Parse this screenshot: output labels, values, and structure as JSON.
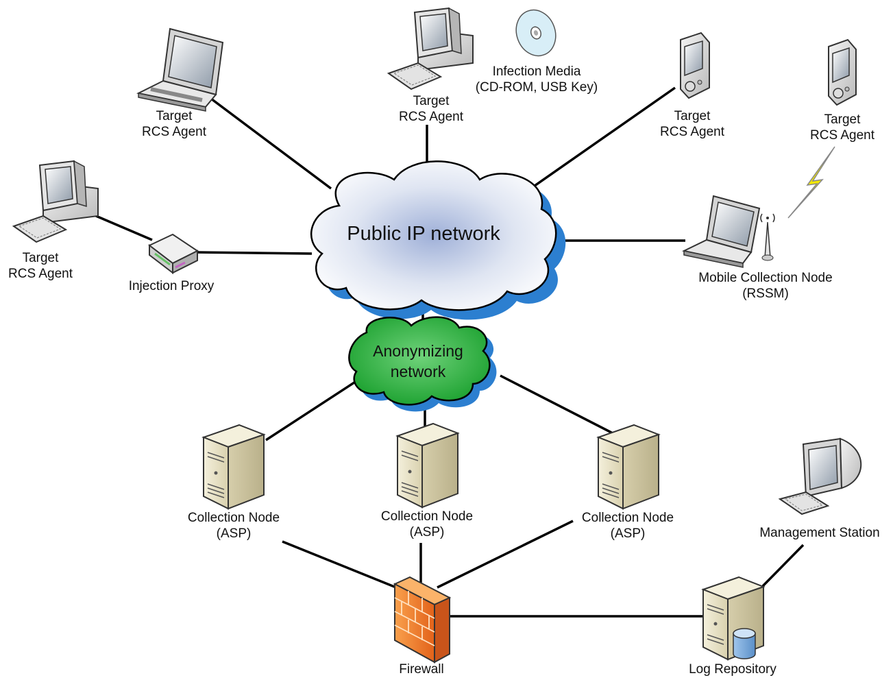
{
  "clouds": {
    "public": "Public IP network",
    "anon_line1": "Anonymizing",
    "anon_line2": "network"
  },
  "nodes": {
    "target_laptop": {
      "line1": "Target",
      "line2": "RCS Agent"
    },
    "target_desktop": {
      "line1": "Target",
      "line2": "RCS Agent"
    },
    "target_pda_1": {
      "line1": "Target",
      "line2": "RCS Agent"
    },
    "target_pda_2": {
      "line1": "Target",
      "line2": "RCS Agent"
    },
    "target_left": {
      "line1": "Target",
      "line2": "RCS Agent"
    },
    "infection_media": {
      "line1": "Infection Media",
      "line2": "(CD-ROM, USB Key)"
    },
    "injection_proxy": {
      "line1": "Injection Proxy"
    },
    "mobile_node": {
      "line1": "Mobile Collection Node",
      "line2": "(RSSM)"
    },
    "collection_1": {
      "line1": "Collection Node",
      "line2": "(ASP)"
    },
    "collection_2": {
      "line1": "Collection Node",
      "line2": "(ASP)"
    },
    "collection_3": {
      "line1": "Collection Node",
      "line2": "(ASP)"
    },
    "management": {
      "line1": "Management Station"
    },
    "firewall": {
      "line1": "Firewall"
    },
    "log_repository": {
      "line1": "Log Repository"
    }
  },
  "colors": {
    "line": "#000000",
    "cloud_shadow": "#2c7fd0",
    "cloud_fill_center": "#a8b6dc",
    "anon_fill": "#2bb040",
    "firewall": "#f07a2a",
    "server_body": "#e8e2c8",
    "lightning": "#f3e800"
  }
}
